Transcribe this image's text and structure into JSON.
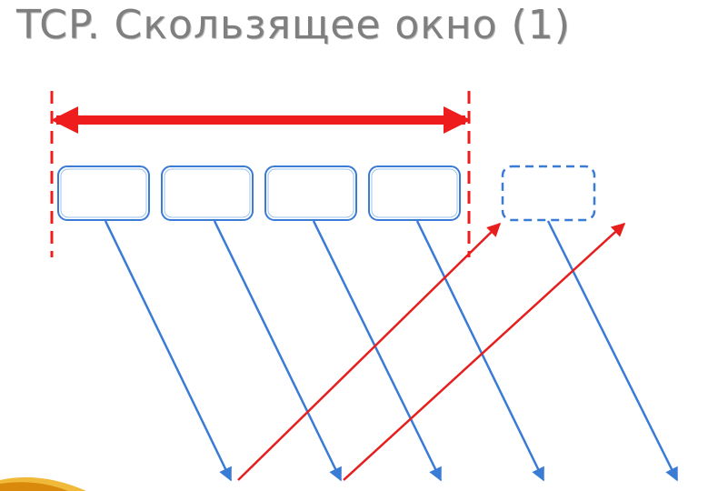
{
  "title": "TCP. Скользящее окно (1)",
  "colors": {
    "title": "#7f7f7f",
    "window_marker": "#ee1c1c",
    "segment_stroke": "#3a7bd5",
    "segment_fill": "#ffffff",
    "data_arrow": "#3a7bd5",
    "ack_arrow": "#e61e1e",
    "corner_accent": "#e8a316"
  },
  "diagram": {
    "window_size": 4,
    "sent_segments": 4,
    "pending_segments": 1,
    "data_arrows": 5,
    "ack_arrows": 2
  },
  "icons": {
    "window_span": "double-headed-arrow",
    "pending": "dashed-rounded-box"
  }
}
